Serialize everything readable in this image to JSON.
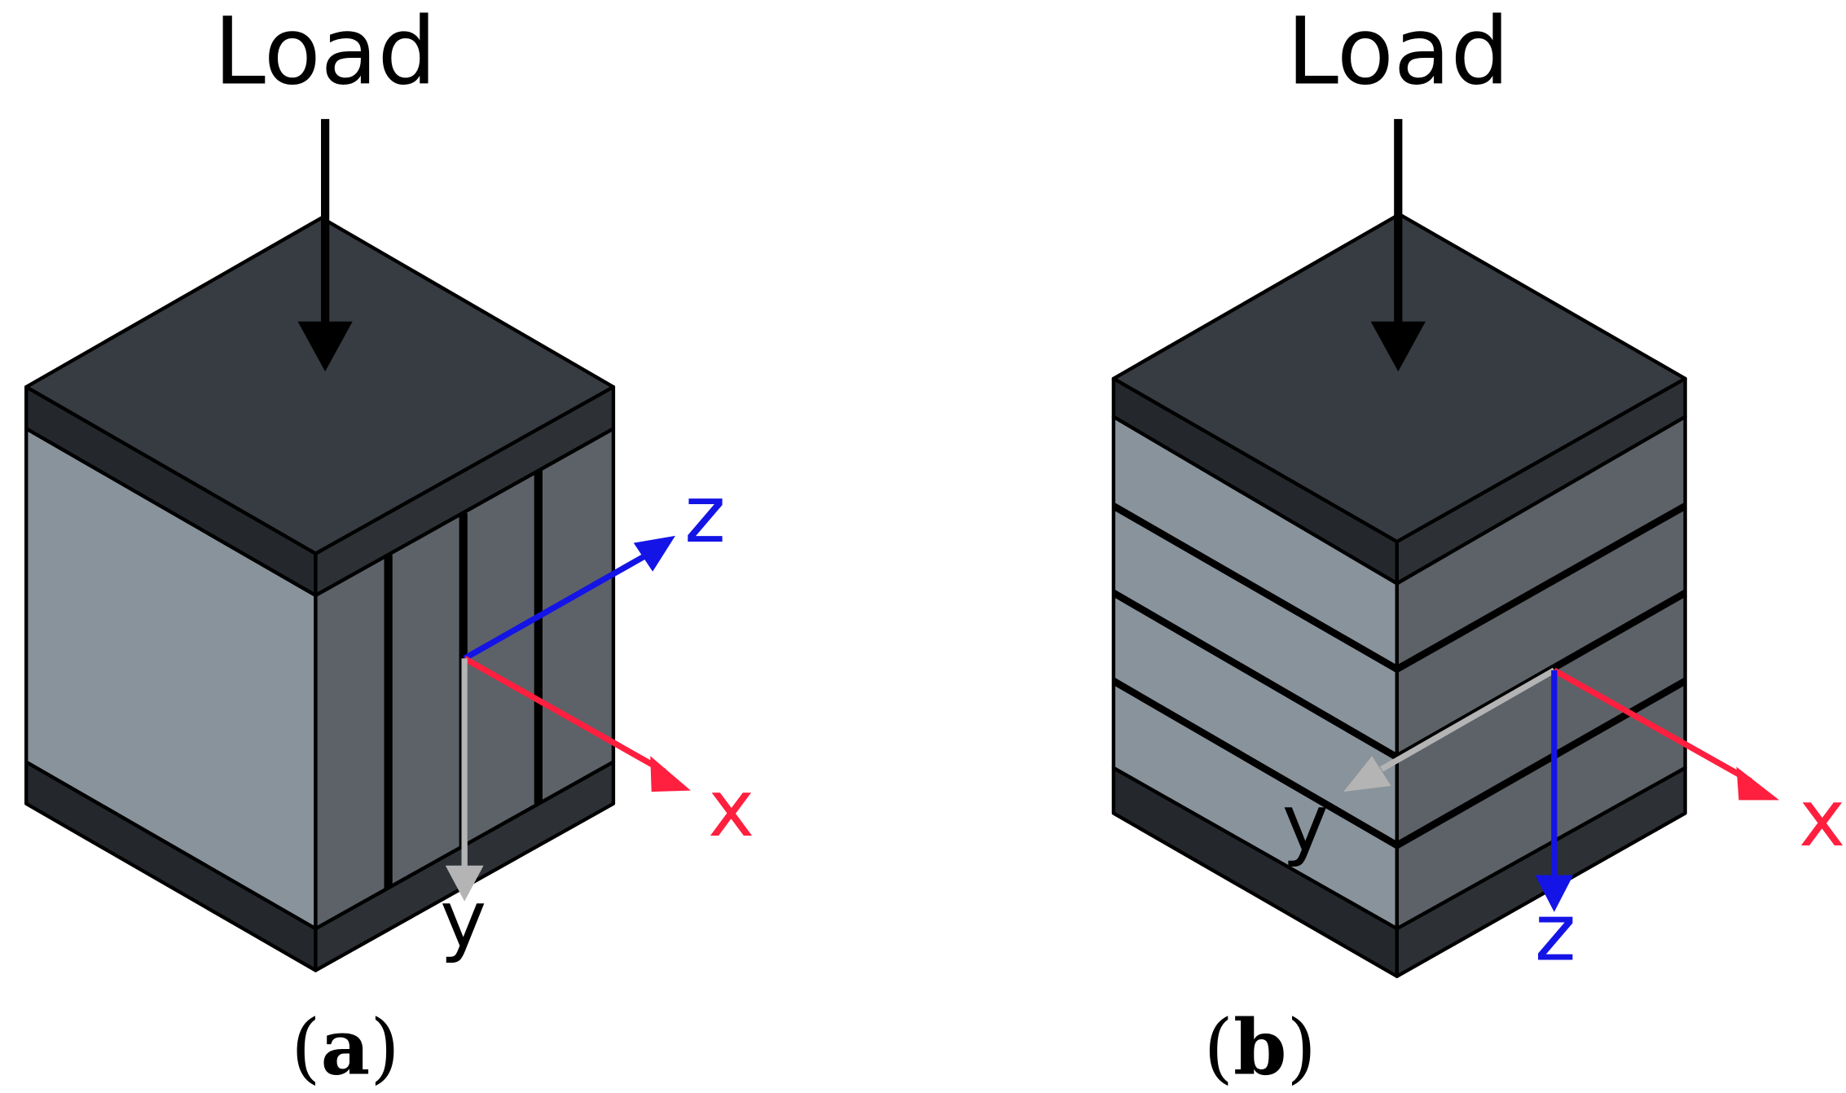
{
  "panel_a": {
    "load_label": "Load",
    "caption_open": "(",
    "caption_letter": "a",
    "caption_close": ")",
    "axes": {
      "x": "x",
      "y": "y",
      "z": "z"
    }
  },
  "panel_b": {
    "load_label": "Load",
    "caption_open": "(",
    "caption_letter": "b",
    "caption_close": ")",
    "axes": {
      "x": "x",
      "y": "y",
      "z": "z"
    }
  },
  "colors": {
    "plate_top": "#373c42",
    "plate_side": "#24282c",
    "face_light": "#89939b",
    "face_dark": "#5c6268",
    "axis_x": "#ff1f3f",
    "axis_y": "#b4b4b4",
    "axis_z": "#1414e6"
  }
}
